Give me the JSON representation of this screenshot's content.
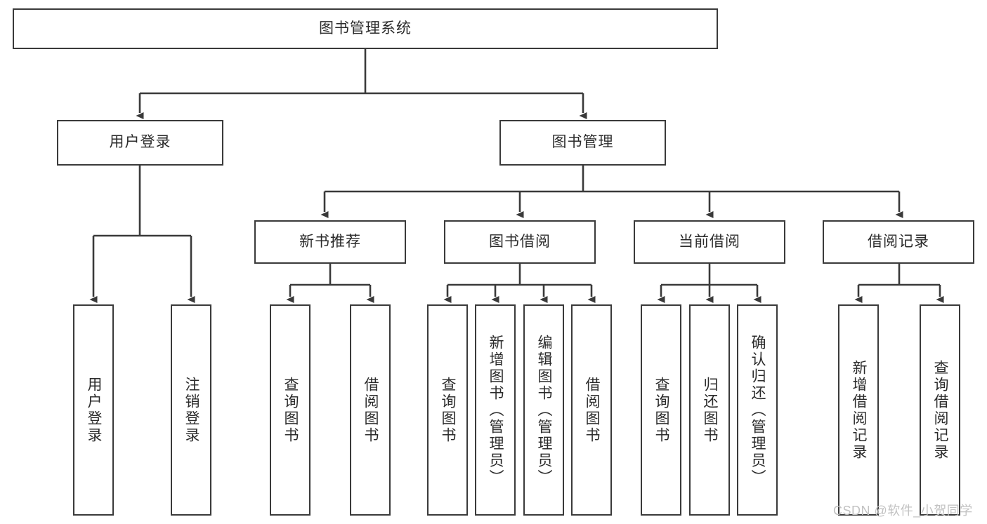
{
  "diagram": {
    "title": "图书管理系统",
    "type": "hierarchy-tree",
    "watermark": "CSDN @软件_小贺同学",
    "colors": {
      "stroke": "#3a3a3a",
      "text": "#2b2b2b",
      "background": "#ffffff",
      "watermark": "#c2c2c2"
    },
    "levels": {
      "root": "图书管理系统",
      "level2": [
        "用户登录",
        "图书管理"
      ],
      "level3": [
        "新书推荐",
        "图书借阅",
        "当前借阅",
        "借阅记录"
      ]
    },
    "nodes": {
      "root": {
        "label": "图书管理系统"
      },
      "user_login": {
        "label": "用户登录"
      },
      "book_manage": {
        "label": "图书管理"
      },
      "new_book_rec": {
        "label": "新书推荐"
      },
      "book_borrow": {
        "label": "图书借阅"
      },
      "current_borrow": {
        "label": "当前借阅"
      },
      "borrow_record": {
        "label": "借阅记录"
      }
    },
    "leaves": {
      "user_login": [
        {
          "label": "用户登录"
        },
        {
          "label": "注销登录"
        }
      ],
      "new_book_rec": [
        {
          "label": "查询图书"
        },
        {
          "label": "借阅图书"
        }
      ],
      "book_borrow": [
        {
          "label": "查询图书"
        },
        {
          "label": "新增图书（管理员）"
        },
        {
          "label": "编辑图书（管理员）"
        },
        {
          "label": "借阅图书"
        }
      ],
      "current_borrow": [
        {
          "label": "查询图书"
        },
        {
          "label": "归还图书"
        },
        {
          "label": "确认归还（管理员）"
        }
      ],
      "borrow_record": [
        {
          "label": "新增借阅记录"
        },
        {
          "label": "查询借阅记录"
        }
      ]
    }
  }
}
